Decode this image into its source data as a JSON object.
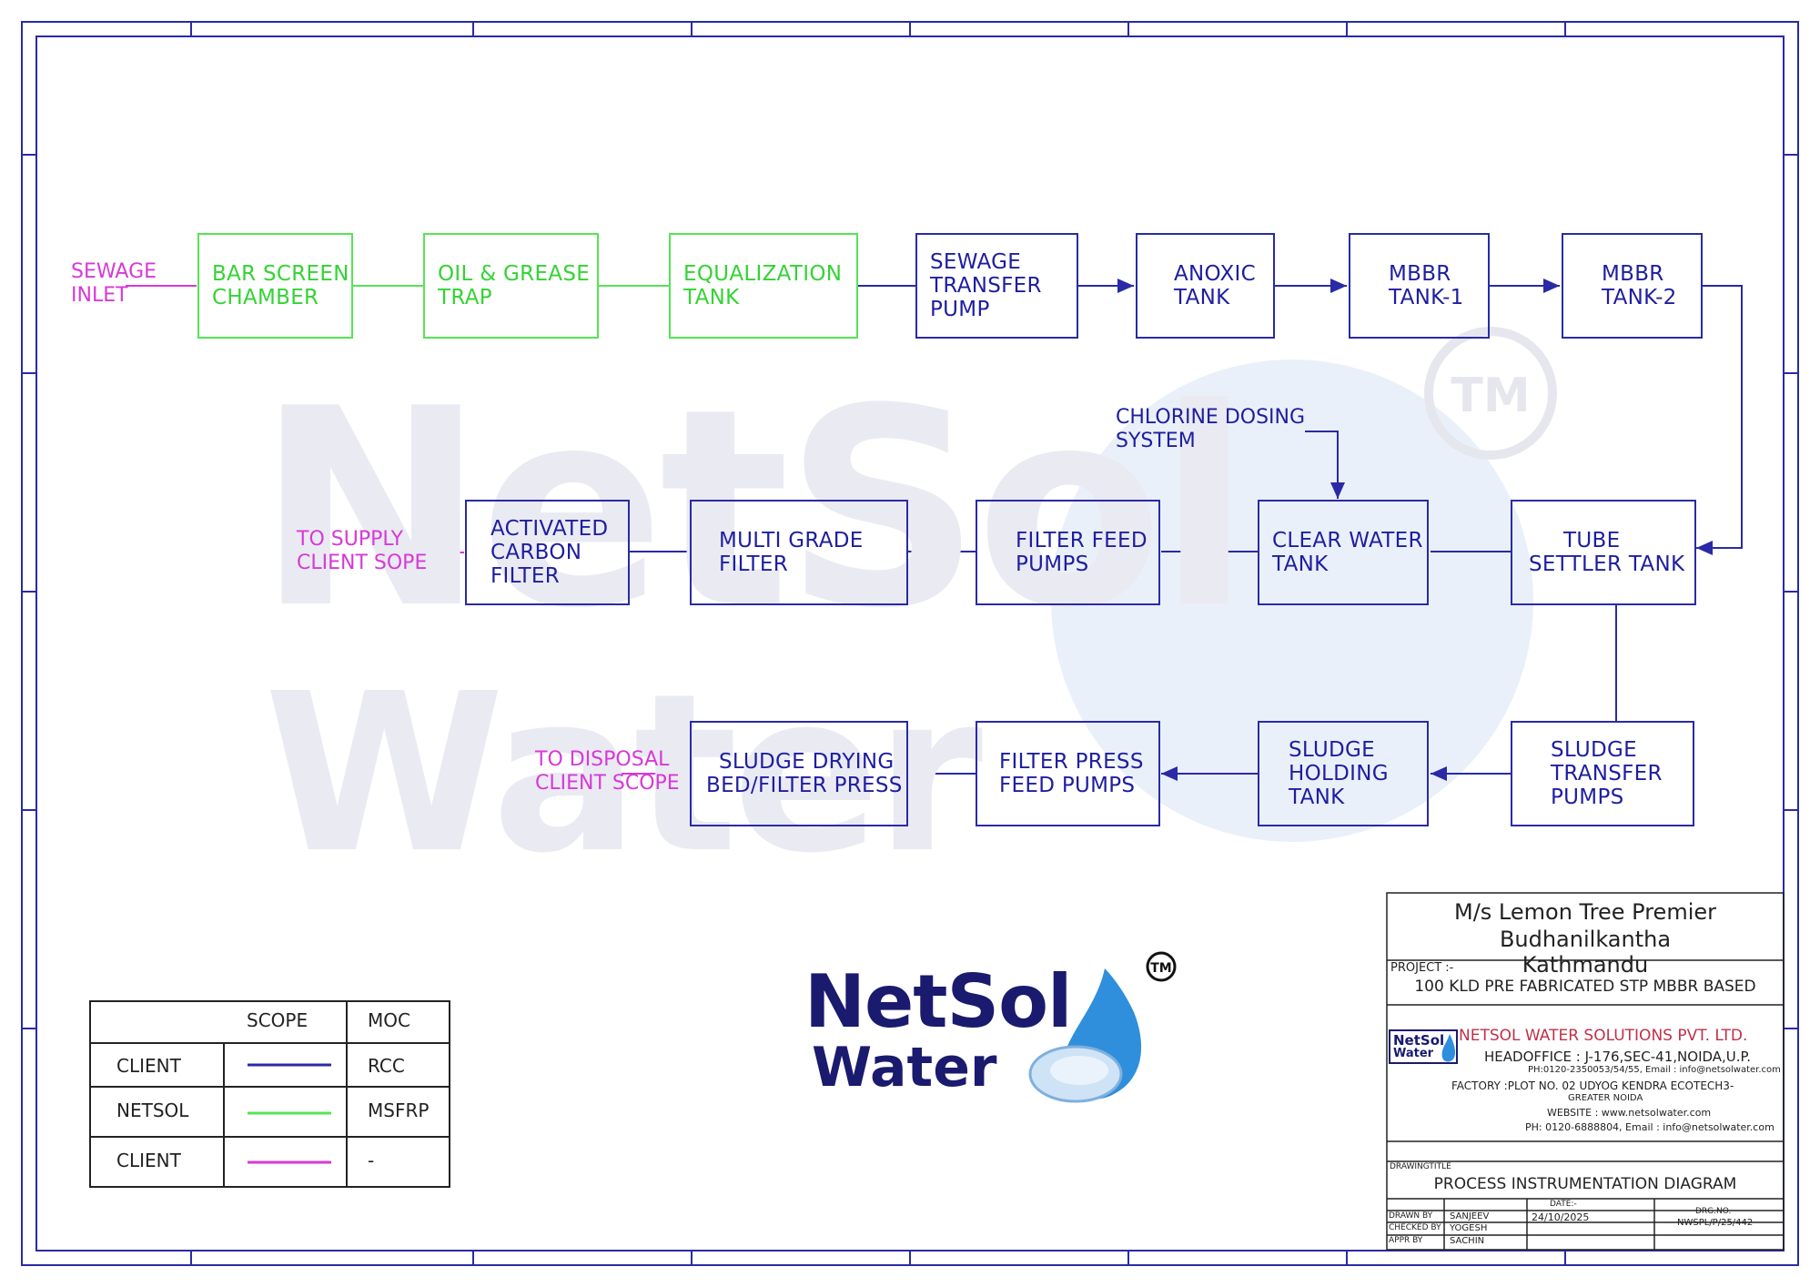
{
  "boxes": {
    "bar_screen": [
      "BAR SCREEN",
      "CHAMBER"
    ],
    "oil_grease": [
      "OIL & GREASE",
      "TRAP"
    ],
    "equalization": [
      "EQUALIZATION",
      "TANK"
    ],
    "sewage_transfer": [
      "SEWAGE",
      "TRANSFER",
      "PUMP"
    ],
    "anoxic": [
      "ANOXIC",
      "TANK"
    ],
    "mbbr1": [
      "MBBR",
      "TANK-1"
    ],
    "mbbr2": [
      "MBBR",
      "TANK-2"
    ],
    "tube_settler": [
      "TUBE",
      "SETTLER TANK"
    ],
    "clear_water": [
      "CLEAR WATER",
      "TANK"
    ],
    "filter_feed": [
      "FILTER FEED",
      "PUMPS"
    ],
    "multi_grade": [
      "MULTI GRADE",
      "FILTER"
    ],
    "activated_carbon": [
      "ACTIVATED",
      "CARBON",
      "FILTER"
    ],
    "sludge_transfer": [
      "SLUDGE",
      "TRANSFER",
      "PUMPS"
    ],
    "sludge_holding": [
      "SLUDGE",
      "HOLDING",
      "TANK"
    ],
    "filter_press_feed": [
      "FILTER PRESS",
      "FEED PUMPS"
    ],
    "sludge_drying": [
      "SLUDGE DRYING",
      "BED/FILTER PRESS"
    ]
  },
  "labels": {
    "sewage_inlet": "SEWAGE\nINLET",
    "to_supply": "TO SUPPLY\nCLIENT SOPE",
    "to_disposal": "TO DISPOSAL\nCLIENT SCOPE",
    "chlorine": "CHLORINE DOSING\nSYSTEM"
  },
  "watermark": {
    "line1": "NetSol",
    "line2": "Water",
    "tm": "TM"
  },
  "logo": {
    "line1": "NetSol",
    "line2": "Water",
    "tm": "TM"
  },
  "legend": {
    "header_scope": "SCOPE",
    "header_moc": "MOC",
    "rows": [
      {
        "name": "CLIENT",
        "color": "#2a2aa6",
        "moc": "RCC"
      },
      {
        "name": "NETSOL",
        "color": "#55e455",
        "moc": "MSFRP"
      },
      {
        "name": "CLIENT",
        "color": "#d63ad6",
        "moc": "-"
      }
    ]
  },
  "title_block": {
    "client_line1": "M/s Lemon Tree Premier",
    "client_line2": "Budhanilkantha",
    "client_line3": "Kathmandu",
    "project_label": "PROJECT :-",
    "project": "100 KLD PRE FABRICATED STP MBBR BASED",
    "company": "NETSOL WATER SOLUTIONS PVT. LTD.",
    "headoffice": "HEADOFFICE : J-176,SEC-41,NOIDA,U.P.",
    "ph_email": "PH:0120-2350053/54/55, Email : info@netsolwater.com",
    "factory": "FACTORY :PLOT NO. 02 UDYOG KENDRA ECOTECH3-",
    "factory2": "GREATER NOIDA",
    "website": "WEBSITE : www.netsolwater.com",
    "ph2": "PH: 0120-6888804, Email : info@netsolwater.com",
    "drawing_title_label": "DRAWINGTITLE",
    "drawing_title": "PROCESS INSTRUMENTATION DIAGRAM",
    "date_label": "DATE:-",
    "date": "24/10/2025",
    "drg_label": "DRG.NO.",
    "drg_no": "NWSPL/P/25/442",
    "drawn_label": "DRAWN BY",
    "drawn": "SANJEEV",
    "checked_label": "CHECKED BY",
    "checked": "YOGESH",
    "approved_label": "APPR BY",
    "approved": "SACHIN",
    "logo_small1": "NetSol",
    "logo_small2": "Water"
  },
  "colors": {
    "client": "#2a2aa6",
    "netsol": "#55e455",
    "outside": "#d63ad6"
  }
}
